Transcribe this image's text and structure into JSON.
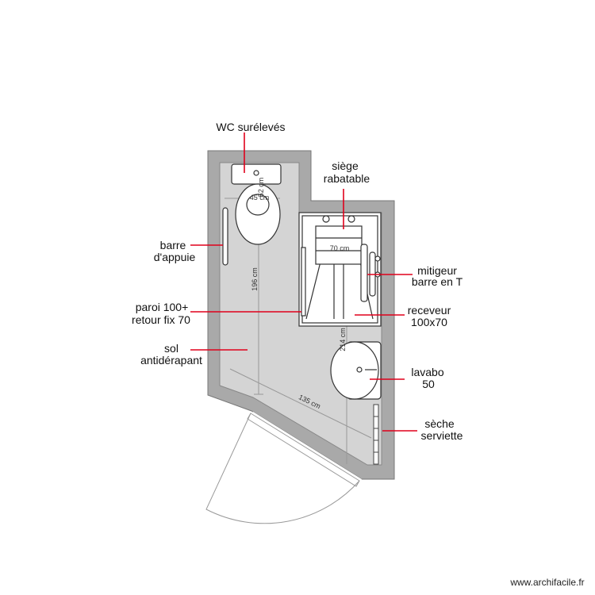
{
  "labels": {
    "wc": "WC surélevés",
    "siege_1": "siège",
    "siege_2": "rabatable",
    "barre_1": "barre",
    "barre_2": "d'appuie",
    "mitigeur_1": "mitigeur",
    "mitigeur_2": "barre en T",
    "paroi_1": "paroi 100+",
    "paroi_2": "retour fix 70",
    "receveur_1": "receveur",
    "receveur_2": "100x70",
    "sol_1": "sol",
    "sol_2": "antidérapant",
    "lavabo_1": "lavabo",
    "lavabo_2": "50",
    "seche_1": "sèche",
    "seche_2": "serviette"
  },
  "dimensions": {
    "wc_width": "45 cm",
    "wc_depth": "52 cm",
    "room_length": "196 cm",
    "shower_width": "70 cm",
    "right_length": "214 cm",
    "diagonal": "135 cm"
  },
  "watermark": "www.archifacile.fr",
  "colors": {
    "wall": "#a9a9a9",
    "floor": "#d4d4d4",
    "leader": "#e0001b",
    "fixture_stroke": "#333333"
  }
}
